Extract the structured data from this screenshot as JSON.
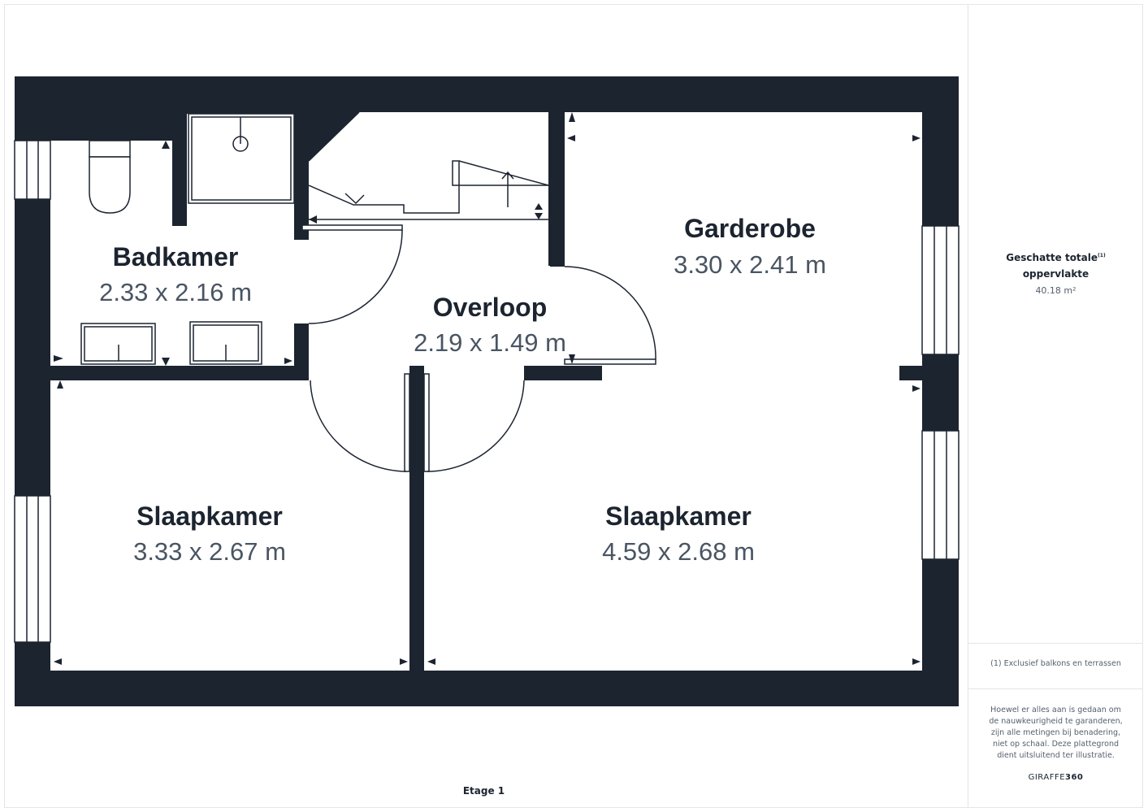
{
  "rooms": [
    {
      "name": "Badkamer",
      "dimensions": "2.33 x 2.16 m"
    },
    {
      "name": "Overloop",
      "dimensions": "2.19 x 1.49 m"
    },
    {
      "name": "Garderobe",
      "dimensions": "3.30 x 2.41 m"
    },
    {
      "name": "Slaapkamer",
      "dimensions": "3.33 x 2.67 m"
    },
    {
      "name": "Slaapkamer",
      "dimensions": "4.59 x 2.68 m"
    }
  ],
  "floor_label": "Etage 1",
  "sidebar": {
    "area_title_line1": "Geschatte totale",
    "area_title_sup": "(1)",
    "area_title_line2": "oppervlakte",
    "area_value": "40.18 m²",
    "footnote": "(1) Exclusief balkons en terrassen",
    "disclaimer": "Hoewel er alles aan is gedaan om de nauwkeurigheid te garanderen, zijn alle metingen bij benadering, niet op schaal. Deze plattegrond dient uitsluitend ter illustratie.",
    "brand_light": "GIRAFFE",
    "brand_bold": "360"
  },
  "colors": {
    "wall": "#1c2430",
    "room_fill": "#ffffff",
    "text_dark": "#1c2430",
    "text_muted": "#55606d"
  }
}
